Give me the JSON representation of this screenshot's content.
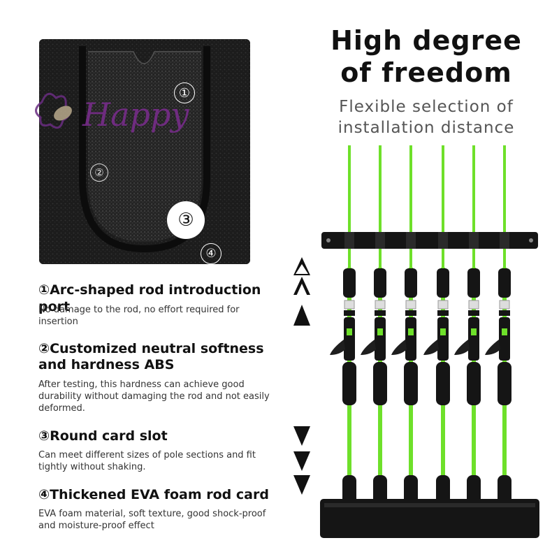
{
  "right_panel": {
    "title_line1": "High degree",
    "title_line2": "of freedom",
    "subtitle_line1": "Flexible selection of",
    "subtitle_line2": "installation distance"
  },
  "closeup": {
    "marker_1": "①",
    "marker_2": "②",
    "marker_3": "③",
    "marker_4": "④",
    "watermark": "Happy"
  },
  "features": [
    {
      "heading": "①Arc-shaped rod introduction port",
      "description": "No damage to the rod, no effort required for insertion"
    },
    {
      "heading_line1": "②Customized neutral softness",
      "heading_line2": "and hardness ABS",
      "description": "After testing, this hardness can achieve good durability without damaging the rod and not easily deformed."
    },
    {
      "heading": "③Round card slot",
      "description": "Can meet different sizes of pole sections and fit tightly without shaking."
    },
    {
      "heading": "④Thickened EVA foam rod card",
      "description": "EVA foam material, soft texture, good shock-proof and moisture-proof effect"
    }
  ],
  "colors": {
    "rod_green": "#6ee02a",
    "rack_black": "#151515"
  }
}
